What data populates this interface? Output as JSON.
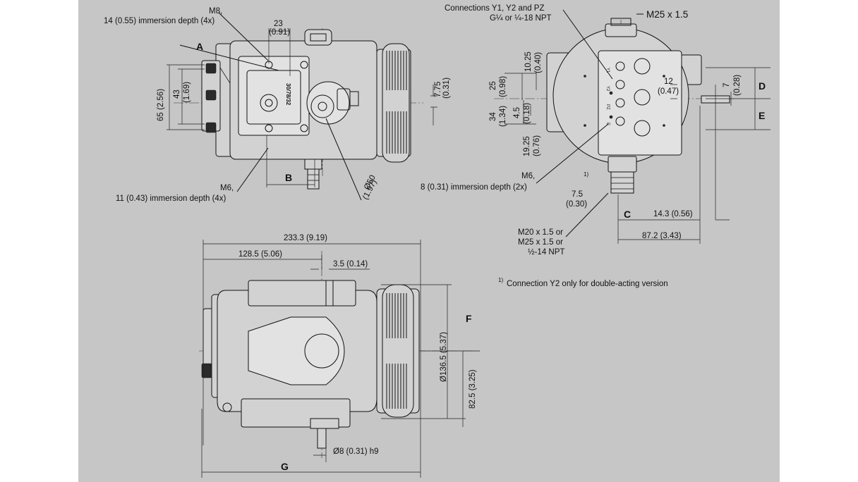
{
  "labels": {
    "m8": "M8,",
    "m8_depth": "14 (0.55) immersion depth (4x)",
    "letter_a": "A",
    "dim_23": "23",
    "dim_23_in": "(0.91)",
    "dim_775": "7.75",
    "dim_775_in": "(0.31)",
    "dim_65": "65 (2.56)",
    "dim_43": "43",
    "dim_43_in": "(1.69)",
    "letter_b": "B",
    "m6_left": "M6,",
    "m6_left_depth": "11 (0.43) immersion depth (4x)",
    "dia50": "Ø50",
    "dia50_in": "(1.97)",
    "connections": "Connections  Y1, Y2 and PZ",
    "connections_thread": "G¼ or ¼-18 NPT",
    "m25": "M25 x 1.5",
    "dim_1025": "10.25",
    "dim_1025_in": "(0.40)",
    "dim_25": "25",
    "dim_25_in": "(0.98)",
    "dim_34": "34",
    "dim_34_in": "(1.34)",
    "dim_45": "4.5",
    "dim_45_in": "(0.18)",
    "dim_1925": "19.25",
    "dim_1925_in": "(0.76)",
    "dim_12": "12",
    "dim_12_in": "(0.47)",
    "dim_7": "7",
    "dim_7_in": "(0.28)",
    "letter_d": "D",
    "letter_e": "E",
    "footnote_mark": "1)",
    "m6_right": "M6,",
    "m6_right_depth": "8 (0.31) immersion depth (2x)",
    "dim_75": "7.5",
    "dim_75_in": "(0.30)",
    "letter_c": "C",
    "dim_143": "14.3 (0.56)",
    "cable_1": "M20 x 1.5 or",
    "cable_2": "M25 x 1.5 or",
    "cable_3": "½-14 NPT",
    "dim_872": "87.2 (3.43)",
    "dim_2333": "233.3 (9.19)",
    "dim_1285": "128.5 (5.06)",
    "dim_35": "3.5 (0.14)",
    "footnote": "Connection Y2 only for double-acting version",
    "letter_f": "F",
    "dim_1365": "Ø136.5 (5.37)",
    "dim_825": "82.5 (3.25)",
    "dim_8": "Ø8 (0.31) h9",
    "letter_g": "G",
    "port_1": "Y1",
    "port_2": "Y2",
    "port_3": "PZ",
    "port_4": "E",
    "plate_text": "30/78/32"
  }
}
